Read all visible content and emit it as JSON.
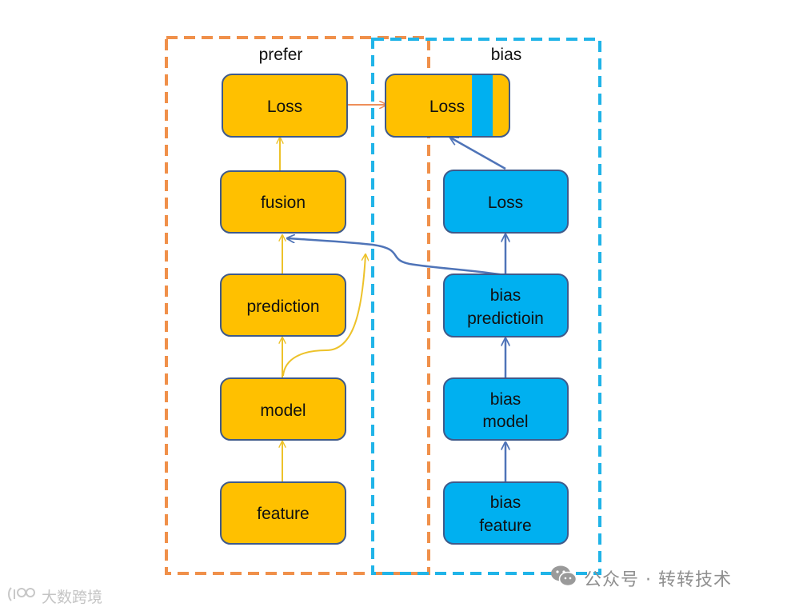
{
  "colors": {
    "prefer_fill": "#FFC000",
    "bias_fill": "#00B0F0",
    "node_border": "#3F5A8A",
    "prefer_region": "#F0904A",
    "bias_region": "#20B4E8",
    "prefer_arrow": "#EDC22A",
    "bias_arrow": "#4F74B8",
    "cross_arrow": "#EE8F5A"
  },
  "regions": {
    "prefer": {
      "label": "prefer"
    },
    "bias": {
      "label": "bias"
    }
  },
  "nodes": {
    "prefer_loss": {
      "lines": [
        "Loss"
      ]
    },
    "prefer_fusion": {
      "lines": [
        "fusion"
      ]
    },
    "prefer_prediction": {
      "lines": [
        "prediction"
      ]
    },
    "prefer_model": {
      "lines": [
        "model"
      ]
    },
    "prefer_feature": {
      "lines": [
        "feature"
      ]
    },
    "combined_loss": {
      "lines": [
        "Loss"
      ]
    },
    "bias_loss": {
      "lines": [
        "Loss"
      ]
    },
    "bias_prediction": {
      "lines": [
        "bias",
        "predictioin"
      ]
    },
    "bias_model": {
      "lines": [
        "bias",
        "model"
      ]
    },
    "bias_feature": {
      "lines": [
        "bias",
        "feature"
      ]
    }
  },
  "watermark": {
    "right_text": "公众号 · 转转技术",
    "right_icon": "wechat-icon",
    "left_text": "大数跨境",
    "left_icon": "brand-logo-icon"
  }
}
